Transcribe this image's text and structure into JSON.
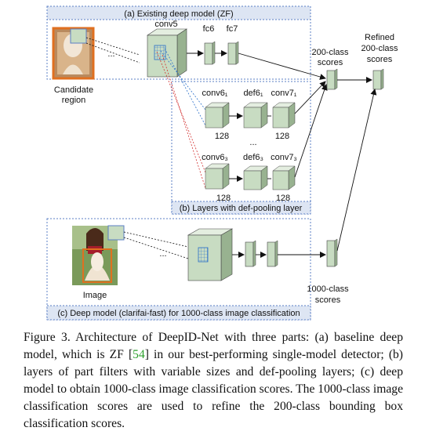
{
  "figure": {
    "panel_a": {
      "title": "(a) Existing deep model (ZF)",
      "conv5": "conv5",
      "fc6": "fc6",
      "fc7": "fc7",
      "candidate_line1": "Candidate",
      "candidate_line2": "region"
    },
    "panel_b": {
      "title": "(b) Layers with def-pooling layer",
      "conv6_1": "conv6₁",
      "def6_1": "def6₁",
      "conv7_1": "conv7₁",
      "size_128_a": "128",
      "size_128_b": "128",
      "dots": "...",
      "conv6_3": "conv6₃",
      "def6_3": "def6₃",
      "conv7_3": "conv7₃",
      "size_128_c": "128",
      "size_128_d": "128"
    },
    "panel_c": {
      "title": "(c) Deep model (clarifai-fast) for 1000-class image classification",
      "image_label": "Image"
    },
    "scores": {
      "score200_line1": "200-class",
      "score200_line2": "scores",
      "refined_line1": "Refined",
      "refined_line2": "200-class",
      "refined_line3": "scores",
      "score1000_line1": "1000-class",
      "score1000_line2": "scores"
    },
    "dots_a": "...",
    "dots_c": "...",
    "colors": {
      "box_border": "#5b7fc4",
      "title_bg": "#dde5f3",
      "cube_front": "#c8dcc2",
      "cube_top": "#e4eee0",
      "cube_side": "#98b290",
      "crop_border": "#e07020",
      "dash_blue": "#2a6fc9",
      "dash_red": "#d23030"
    }
  },
  "caption": {
    "prefix": "Figure 3. Architecture of DeepID-Net with three parts: (a) baseline deep model, which is ZF [",
    "ref": "54",
    "suffix": "] in our best-performing single-model detector; (b) layers of part filters with variable sizes and def-pooling layers; (c) deep model to obtain 1000-class image classification scores. The 1000-class image classification scores are used to refine the 200-class bounding box classification scores."
  }
}
